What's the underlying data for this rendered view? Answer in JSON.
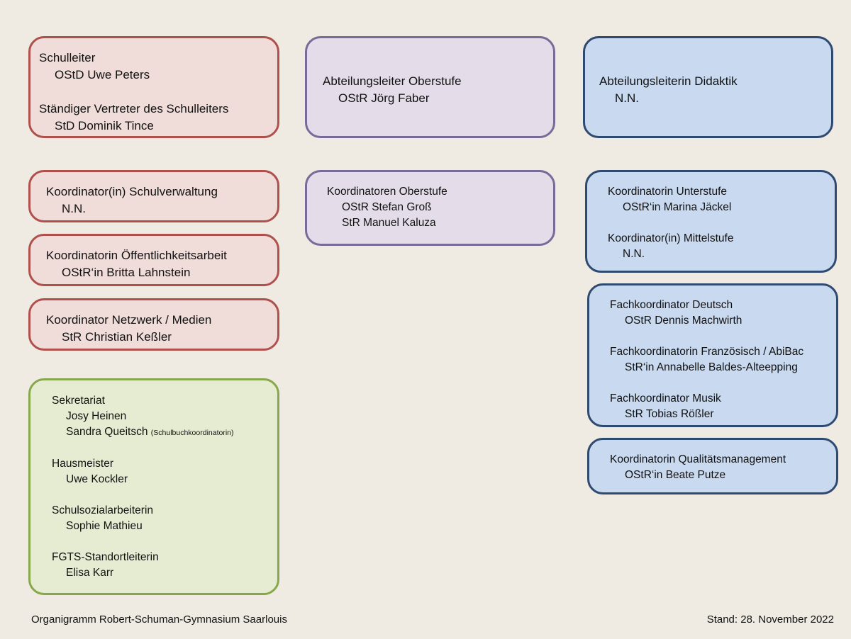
{
  "boxes": {
    "leitung": {
      "groups": [
        {
          "title": "Schulleiter",
          "names": [
            "OStD Uwe Peters"
          ]
        },
        {
          "title": "Ständiger Vertreter des Schulleiters",
          "names": [
            "StD Dominik Tince"
          ]
        }
      ]
    },
    "oberstufe_leitung": {
      "title": "Abteilungsleiter Oberstufe",
      "names": [
        "OStR Jörg Faber"
      ]
    },
    "didaktik_leitung": {
      "title": "Abteilungsleiterin Didaktik",
      "names": [
        "N.N."
      ]
    },
    "schulverwaltung": {
      "title": "Koordinator(in) Schulverwaltung",
      "names": [
        "N.N."
      ]
    },
    "oeffentlichkeit": {
      "title": "Koordinatorin Öffentlichkeitsarbeit",
      "names": [
        "OStR‘in Britta Lahnstein"
      ]
    },
    "netzwerk": {
      "title": "Koordinator Netzwerk / Medien",
      "names": [
        "StR Christian Keßler"
      ]
    },
    "oberstufe_koord": {
      "title": "Koordinatoren Oberstufe",
      "names": [
        "OStR Stefan Groß",
        "StR Manuel Kaluza"
      ]
    },
    "unter_mittel": {
      "groups": [
        {
          "title": "Koordinatorin Unterstufe",
          "names": [
            "OStR‘in Marina Jäckel"
          ]
        },
        {
          "title": "Koordinator(in) Mittelstufe",
          "names": [
            "N.N."
          ]
        }
      ]
    },
    "fach": {
      "groups": [
        {
          "title": "Fachkoordinator Deutsch",
          "names": [
            "OStR Dennis Machwirth"
          ]
        },
        {
          "title": "Fachkoordinatorin Französisch / AbiBac",
          "names": [
            "StR‘in Annabelle Baldes-Alteepping"
          ]
        },
        {
          "title": "Fachkoordinator Musik",
          "names": [
            "StR Tobias Rößler"
          ]
        }
      ]
    },
    "qualitaet": {
      "title": "Koordinatorin Qualitätsmanagement",
      "names": [
        "OStR‘in Beate Putze"
      ]
    },
    "personal": {
      "groups": [
        {
          "title": "Sekretariat",
          "names": [
            "Josy Heinen",
            "Sandra Queitsch"
          ],
          "note": "(Schulbuchkoordinatorin)"
        },
        {
          "title": "Hausmeister",
          "names": [
            "Uwe Kockler"
          ]
        },
        {
          "title": "Schulsozialarbeiterin",
          "names": [
            "Sophie Mathieu"
          ]
        },
        {
          "title": "FGTS-Standortleiterin",
          "names": [
            "Elisa Karr"
          ]
        }
      ]
    }
  },
  "footer": {
    "left": "Organigramm Robert-Schuman-Gymnasium Saarlouis",
    "right": "Stand: 28. November 2022"
  },
  "colors": {
    "background": "#efebe3",
    "red_fill": "#f0dcd8",
    "red_border": "#b0504c",
    "purple_fill": "#e4dde9",
    "purple_border": "#7a6a9a",
    "blue_fill": "#c8d9f0",
    "blue_border": "#2f4a70",
    "green_fill": "#e6ecd2",
    "green_border": "#86a84a"
  }
}
